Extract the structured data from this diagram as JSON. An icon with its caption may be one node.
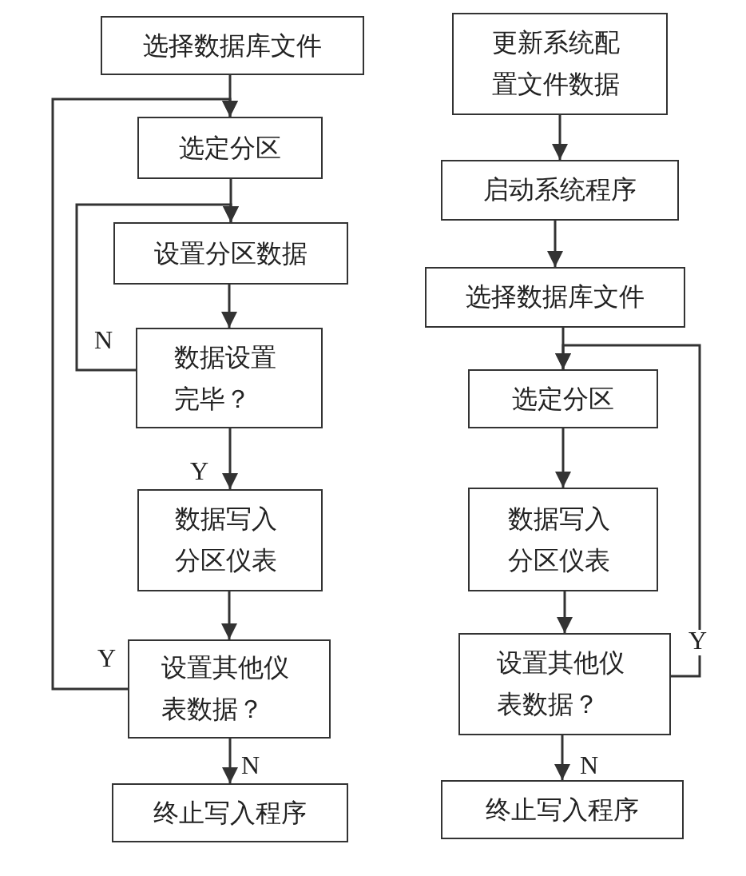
{
  "diagram": {
    "nodes": [
      {
        "text": [
          "选择数据库文件"
        ]
      },
      {
        "text": [
          "选定分区"
        ]
      },
      {
        "text": [
          "设置分区数据"
        ]
      },
      {
        "text": [
          "数据设置完毕？"
        ]
      },
      {
        "text": [
          "数据写入分区仪表"
        ]
      },
      {
        "text": [
          "设置其他仪表数据？"
        ]
      },
      {
        "text": [
          "终止写入程序"
        ]
      },
      {
        "text": [
          "更新系统配置文件数据"
        ]
      },
      {
        "text": [
          "启动系统程序"
        ]
      },
      {
        "text": [
          "选择数据库文件"
        ]
      },
      {
        "text": [
          "选定分区"
        ]
      },
      {
        "text": [
          "数据写入分区仪表"
        ]
      },
      {
        "text": [
          "设置其他仪表数据？"
        ]
      },
      {
        "text": [
          "终止写入程序"
        ]
      }
    ],
    "edges": [
      {
        "from": 0,
        "to": 1,
        "arrow": "to"
      },
      {
        "from": 1,
        "to": 2,
        "arrow": "to"
      },
      {
        "from": 2,
        "to": 3,
        "arrow": "to"
      },
      {
        "from": 3,
        "to": 2,
        "arrow": "to",
        "label": "N"
      },
      {
        "from": 3,
        "to": 4,
        "arrow": "to",
        "label": "Y"
      },
      {
        "from": 4,
        "to": 5,
        "arrow": "to"
      },
      {
        "from": 5,
        "to": 1,
        "arrow": "to",
        "label": "Y"
      },
      {
        "from": 5,
        "to": 6,
        "arrow": "to",
        "label": "N"
      },
      {
        "from": 7,
        "to": 8,
        "arrow": "to"
      },
      {
        "from": 8,
        "to": 9,
        "arrow": "to"
      },
      {
        "from": 9,
        "to": 10,
        "arrow": "to"
      },
      {
        "from": 10,
        "to": 11,
        "arrow": "to"
      },
      {
        "from": 11,
        "to": 12,
        "arrow": "to"
      },
      {
        "from": 12,
        "to": 10,
        "arrow": "to",
        "label": "Y"
      },
      {
        "from": 12,
        "to": 13,
        "arrow": "to",
        "label": "N"
      }
    ]
  }
}
